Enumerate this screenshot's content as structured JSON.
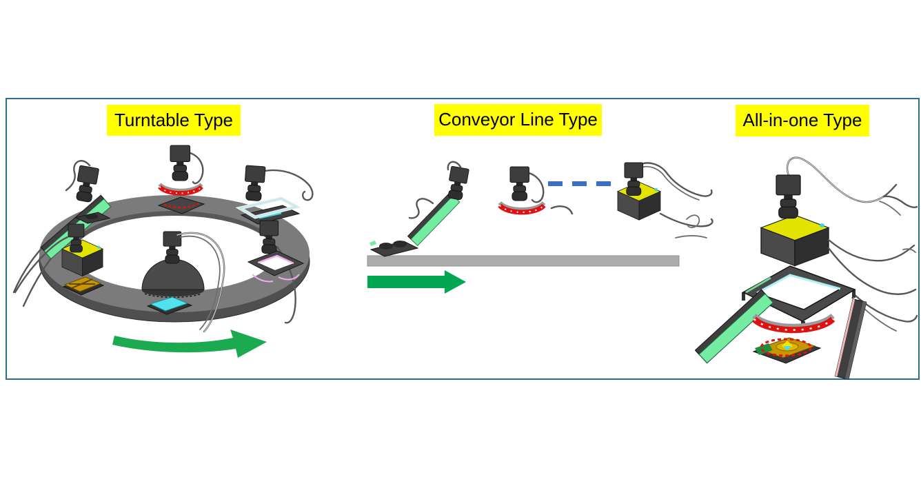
{
  "frame": {
    "border_color": "#2C6C8E",
    "background": "#FFFFFF"
  },
  "panels": [
    {
      "id": "turntable",
      "label": "Turntable Type",
      "motion_arrow": "clockwise-rotation",
      "stations": [
        "bar-light-camera",
        "ring-light-camera",
        "frame-light-camera",
        "side-frame-light-camera",
        "coaxial-light-camera",
        "dome-light-camera"
      ]
    },
    {
      "id": "conveyor-line",
      "label": "Conveyor Line Type",
      "motion_arrow": "forward",
      "stations": [
        "bar-light-camera",
        "ring-light-camera",
        "continuation-dashes",
        "coaxial-light-camera"
      ]
    },
    {
      "id": "all-in-one",
      "label": "All-in-one Type",
      "motion_arrow": "none",
      "stations": [
        "camera-with-coaxial-light",
        "flat-frame-light",
        "bar-light-left",
        "ring-light",
        "bar-light-right",
        "inspection-target"
      ]
    }
  ],
  "label_style": {
    "background": "#FFFF00",
    "text_color": "#000000"
  },
  "colors": {
    "arrow_green": "#00A651",
    "rotation_arrow_green": "#1BAA4F",
    "dash_blue": "#3A6FC4",
    "bar_light_green": "#74EDA2",
    "ring_light_red": "#E01111",
    "coaxial_light_yellow": "#E3E300",
    "frame_light_cyan": "#AEEFF3",
    "frame_light_pink": "#F2AAF2",
    "turntable_gray": "#7B7B7B",
    "conveyor_gray": "#ACACAC",
    "equipment_dark": "#3F3F3F",
    "target_gold": "#C89600",
    "target_cyan": "#52E2EE"
  }
}
